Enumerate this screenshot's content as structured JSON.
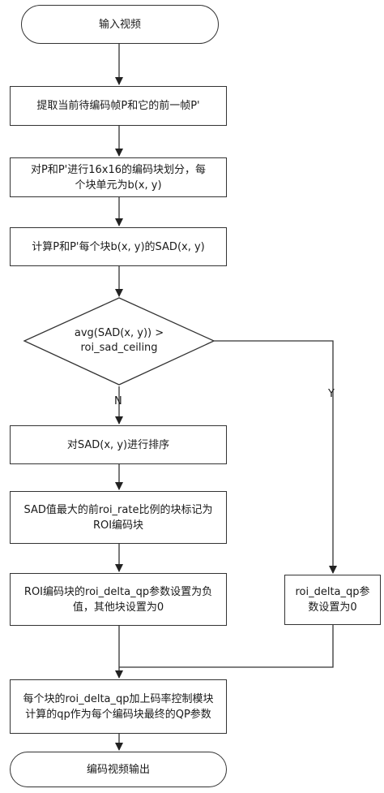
{
  "nodes": {
    "start": "输入视频",
    "step1": "提取当前待编码帧P和它的前一帧P'",
    "step2_line1": "对P和P'进行16x16的编码块划分，每",
    "step2_line2": "个块单元为b(x, y)",
    "step3": "计算P和P'每个块b(x, y)的SAD(x, y)",
    "decision_line1": "avg(SAD(x, y)) >",
    "decision_line2": "roi_sad_ceiling",
    "sort": "对SAD(x, y)进行排序",
    "mark_line1": "SAD值最大的前roi_rate比例的块标记为",
    "mark_line2": "ROI编码块",
    "neg_line1": "ROI编码块的roi_delta_qp参数设置为负",
    "neg_line2": "值，其他块设置为0",
    "zero_line1": "roi_delta_qp参",
    "zero_line2": "数设置为0",
    "final_line1": "每个块的roi_delta_qp加上码率控制模块",
    "final_line2": "计算的qp作为每个编码块最终的QP参数",
    "end": "编码视频输出"
  },
  "edge_labels": {
    "no": "N",
    "yes": "Y"
  }
}
